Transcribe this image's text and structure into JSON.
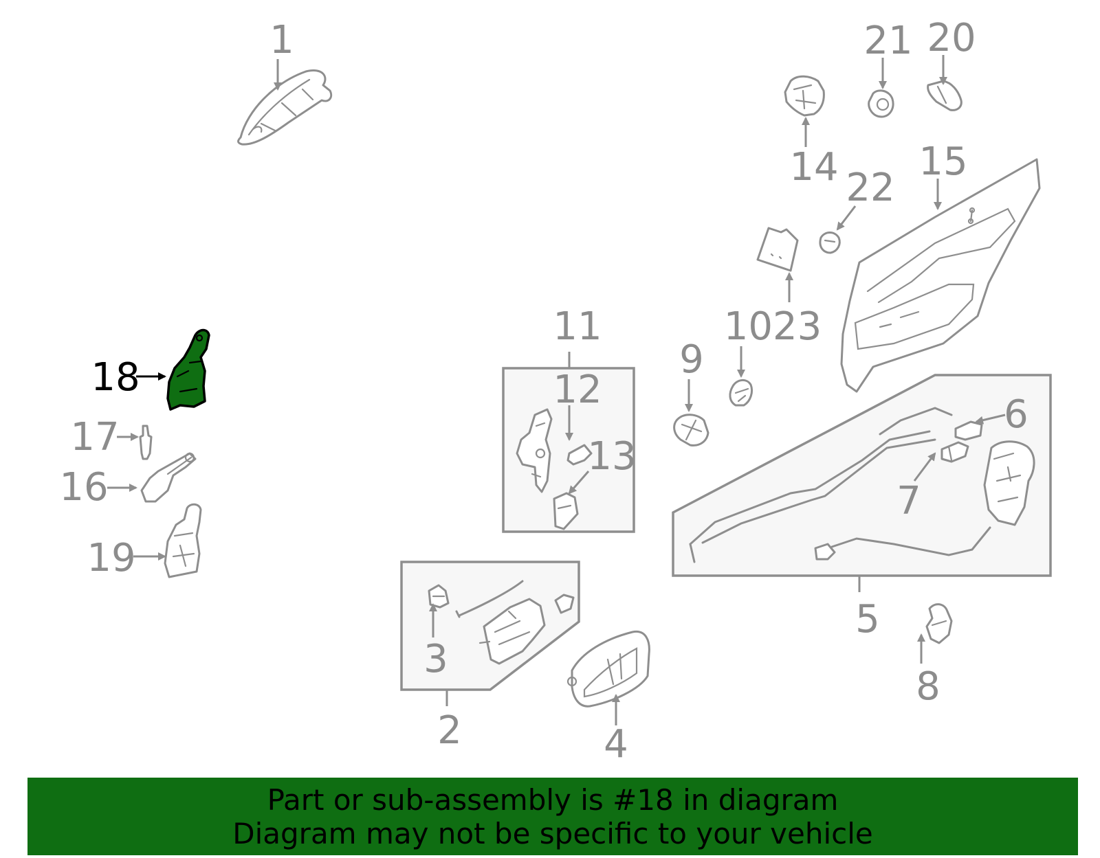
{
  "diagram": {
    "highlighted_part": "18",
    "highlight_color": "#0f6e12",
    "line_color": "#8e8e8e",
    "callouts": [
      "1",
      "2",
      "3",
      "4",
      "5",
      "6",
      "7",
      "8",
      "9",
      "1023",
      "11",
      "12",
      "13",
      "14",
      "15",
      "16",
      "17",
      "18",
      "19",
      "20",
      "21",
      "22"
    ]
  },
  "banner": {
    "background": "#0f6e12",
    "line1": "Part or sub-assembly is #18 in diagram",
    "line2": "Diagram may not be specific to your vehicle"
  }
}
